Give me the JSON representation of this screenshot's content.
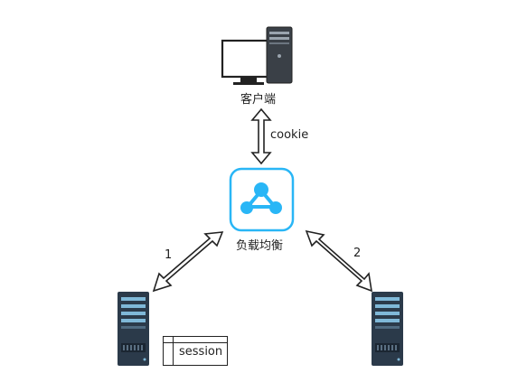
{
  "diagram": {
    "nodes": {
      "client": {
        "label": "客户端",
        "icon": "desktop-computer-icon"
      },
      "load_balancer": {
        "label": "负载均衡",
        "icon": "load-balancer-share-icon",
        "accent": "#29b6f6"
      },
      "server_left": {
        "icon": "server-rack-icon",
        "attachment": "session"
      },
      "server_right": {
        "icon": "server-rack-icon"
      }
    },
    "edges": [
      {
        "from": "client",
        "to": "load_balancer",
        "label": "cookie",
        "bidirectional": true
      },
      {
        "from": "load_balancer",
        "to": "server_left",
        "label": "1",
        "bidirectional": true
      },
      {
        "from": "load_balancer",
        "to": "server_right",
        "label": "2",
        "bidirectional": true
      }
    ],
    "colors": {
      "server": "#2b3a4a",
      "server_light": "#7fb8d8",
      "arrow": "#222222"
    }
  }
}
